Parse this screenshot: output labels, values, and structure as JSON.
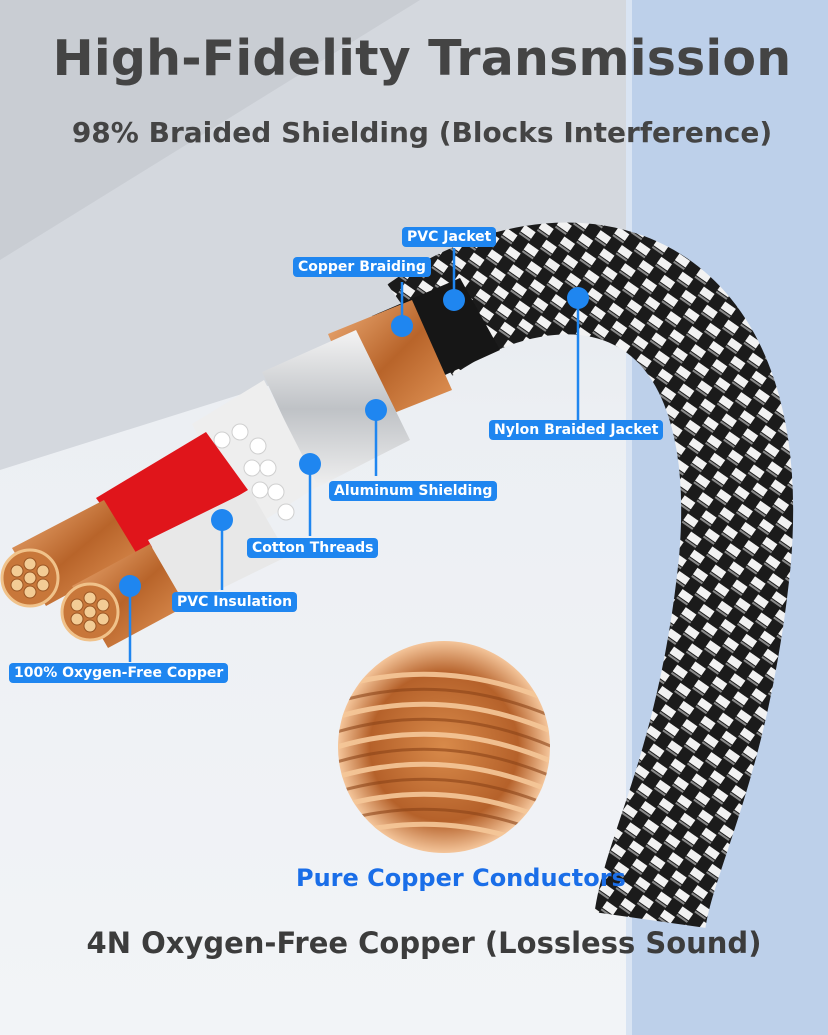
{
  "headline": "High-Fidelity Transmission",
  "subheadline": "98% Braided Shielding (Blocks Interference)",
  "bottom_caption": "4N Oxygen-Free Copper (Lossless Sound)",
  "copper_caption": "Pure Copper Conductors",
  "labels": {
    "pvc_jacket": "PVC Jacket",
    "copper_braiding": "Copper Braiding",
    "nylon_braided_jacket": "Nylon Braided Jacket",
    "aluminum_shielding": "Aluminum Shielding",
    "cotton_threads": "Cotton Threads",
    "pvc_insulation": "PVC Insulation",
    "oxygen_free_copper": "100% Oxygen-Free Copper"
  },
  "colors": {
    "label_blue": "#1f86f0",
    "caption_blue": "#1a6ee8",
    "title_gray": "#444444",
    "copper": "#c8773a",
    "red_insulation": "#e0151b",
    "side_panel": "#bdd0ea"
  }
}
